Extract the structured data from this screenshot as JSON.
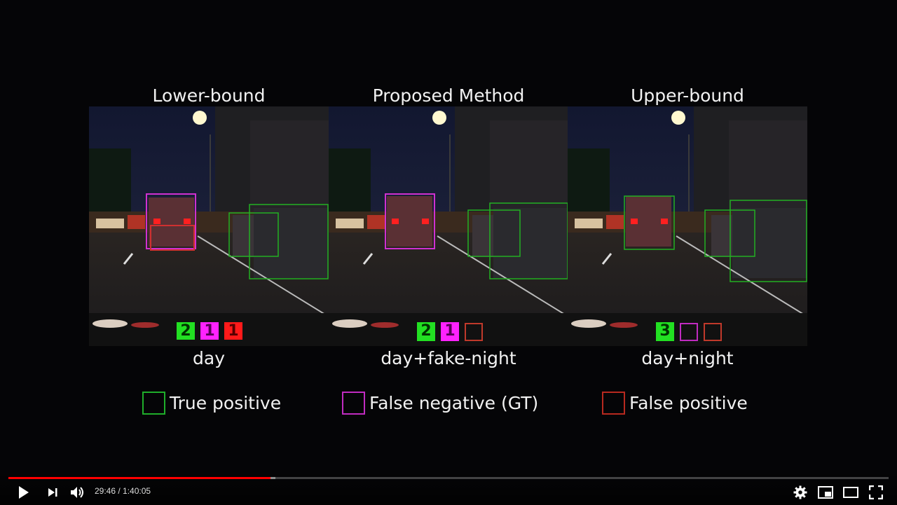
{
  "panels": [
    {
      "title": "Lower-bound",
      "caption": "day",
      "counts": [
        {
          "value": "2",
          "color": "#22e022",
          "boxed": true
        },
        {
          "value": "1",
          "color": "#ff22ff",
          "boxed": true
        },
        {
          "value": "1",
          "color": "#ff1a1a",
          "boxed": true
        }
      ]
    },
    {
      "title": "Proposed Method",
      "caption": "day+fake-night",
      "counts": [
        {
          "value": "2",
          "color": "#22e022",
          "boxed": true
        },
        {
          "value": "1",
          "color": "#ff22ff",
          "boxed": true
        },
        {
          "value": "",
          "color": "#c0392b",
          "boxed": false
        }
      ]
    },
    {
      "title": "Upper-bound",
      "caption": "day+night",
      "counts": [
        {
          "value": "3",
          "color": "#22e022",
          "boxed": true
        },
        {
          "value": "",
          "color": "#c02bc0",
          "boxed": false
        },
        {
          "value": "",
          "color": "#c0392b",
          "boxed": false
        }
      ]
    }
  ],
  "legend": [
    {
      "label": "True positive",
      "color": "#1fae2a"
    },
    {
      "label": "False negative (GT)",
      "color": "#c02bc0"
    },
    {
      "label": "False positive",
      "color": "#b8291f"
    }
  ],
  "player": {
    "current_time": "29:46",
    "duration": "1:40:05",
    "time_display": "29:46 / 1:40:05",
    "progress_fraction": 0.2974,
    "buffered_fraction": 0.3036,
    "icons": [
      "play-icon",
      "next-icon",
      "volume-icon",
      "settings-icon",
      "miniplayer-icon",
      "theater-icon",
      "fullscreen-icon"
    ]
  }
}
